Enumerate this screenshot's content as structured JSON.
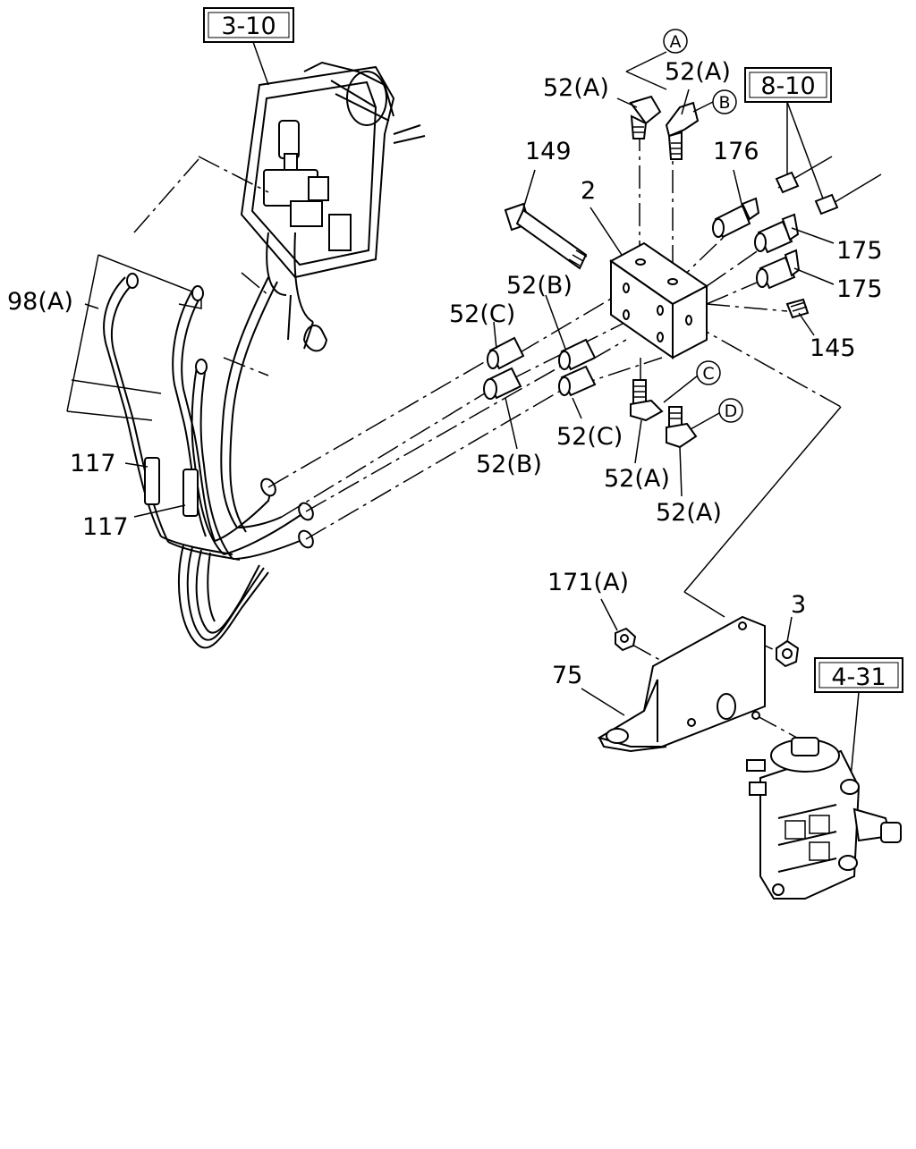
{
  "diagram": {
    "ref_boxes": {
      "r1": "3-10",
      "r2": "8-10",
      "r3": "4-31"
    },
    "circle_refs": {
      "A": "A",
      "B": "B",
      "C": "C",
      "D": "D"
    },
    "labels": {
      "l52a_1": "52(A)",
      "l52a_2": "52(A)",
      "l149": "149",
      "l2": "2",
      "l176": "176",
      "l175_1": "175",
      "l175_2": "175",
      "l145": "145",
      "l98a": "98(A)",
      "l52b_1": "52(B)",
      "l52c_1": "52(C)",
      "l117_1": "117",
      "l117_2": "117",
      "l52c_2": "52(C)",
      "l52b_2": "52(B)",
      "l52a_3": "52(A)",
      "l52a_4": "52(A)",
      "l171a": "171(A)",
      "l3": "3",
      "l75": "75"
    }
  }
}
